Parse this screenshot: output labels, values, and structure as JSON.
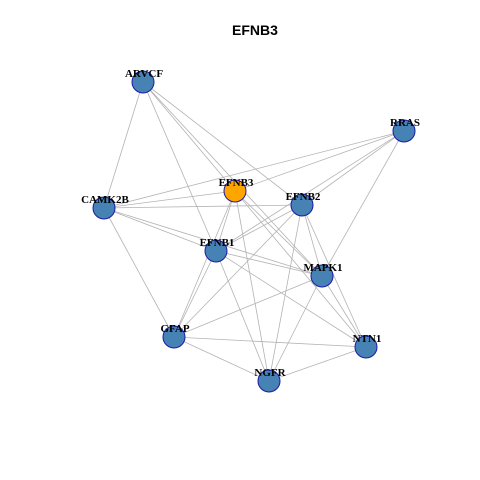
{
  "title": "EFNB3",
  "colors": {
    "background": "#ffffff",
    "edge": "#b3b3b3",
    "node_default": "#4682b4",
    "node_highlight": "#ffa500",
    "node_border": "#1a1aa6"
  },
  "nodes": [
    {
      "id": "ARVCF",
      "label": "ARVCF",
      "highlight": false
    },
    {
      "id": "RRAS",
      "label": "RRAS",
      "highlight": false
    },
    {
      "id": "EFNB3",
      "label": "EFNB3",
      "highlight": true
    },
    {
      "id": "EFNB2",
      "label": "EFNB2",
      "highlight": false
    },
    {
      "id": "CAMK2B",
      "label": "CAMK2B",
      "highlight": false
    },
    {
      "id": "EFNB1",
      "label": "EFNB1",
      "highlight": false
    },
    {
      "id": "MAPK1",
      "label": "MAPK1",
      "highlight": false
    },
    {
      "id": "GFAP",
      "label": "GFAP",
      "highlight": false
    },
    {
      "id": "NTN1",
      "label": "NTN1",
      "highlight": false
    },
    {
      "id": "NGFR",
      "label": "NGFR",
      "highlight": false
    }
  ],
  "edges": [
    [
      "ARVCF",
      "CAMK2B"
    ],
    [
      "ARVCF",
      "EFNB3"
    ],
    [
      "ARVCF",
      "EFNB2"
    ],
    [
      "ARVCF",
      "EFNB1"
    ],
    [
      "ARVCF",
      "MAPK1"
    ],
    [
      "RRAS",
      "CAMK2B"
    ],
    [
      "RRAS",
      "EFNB3"
    ],
    [
      "RRAS",
      "EFNB2"
    ],
    [
      "RRAS",
      "EFNB1"
    ],
    [
      "RRAS",
      "MAPK1"
    ],
    [
      "CAMK2B",
      "EFNB3"
    ],
    [
      "CAMK2B",
      "EFNB2"
    ],
    [
      "CAMK2B",
      "EFNB1"
    ],
    [
      "CAMK2B",
      "MAPK1"
    ],
    [
      "CAMK2B",
      "GFAP"
    ],
    [
      "EFNB3",
      "EFNB1"
    ],
    [
      "EFNB3",
      "MAPK1"
    ],
    [
      "EFNB3",
      "GFAP"
    ],
    [
      "EFNB3",
      "NTN1"
    ],
    [
      "EFNB3",
      "NGFR"
    ],
    [
      "EFNB2",
      "EFNB1"
    ],
    [
      "EFNB2",
      "MAPK1"
    ],
    [
      "EFNB2",
      "GFAP"
    ],
    [
      "EFNB2",
      "NTN1"
    ],
    [
      "EFNB2",
      "NGFR"
    ],
    [
      "EFNB1",
      "MAPK1"
    ],
    [
      "EFNB1",
      "GFAP"
    ],
    [
      "EFNB1",
      "NTN1"
    ],
    [
      "EFNB1",
      "NGFR"
    ],
    [
      "MAPK1",
      "GFAP"
    ],
    [
      "MAPK1",
      "NTN1"
    ],
    [
      "MAPK1",
      "NGFR"
    ],
    [
      "GFAP",
      "NTN1"
    ],
    [
      "GFAP",
      "NGFR"
    ],
    [
      "NTN1",
      "NGFR"
    ]
  ]
}
